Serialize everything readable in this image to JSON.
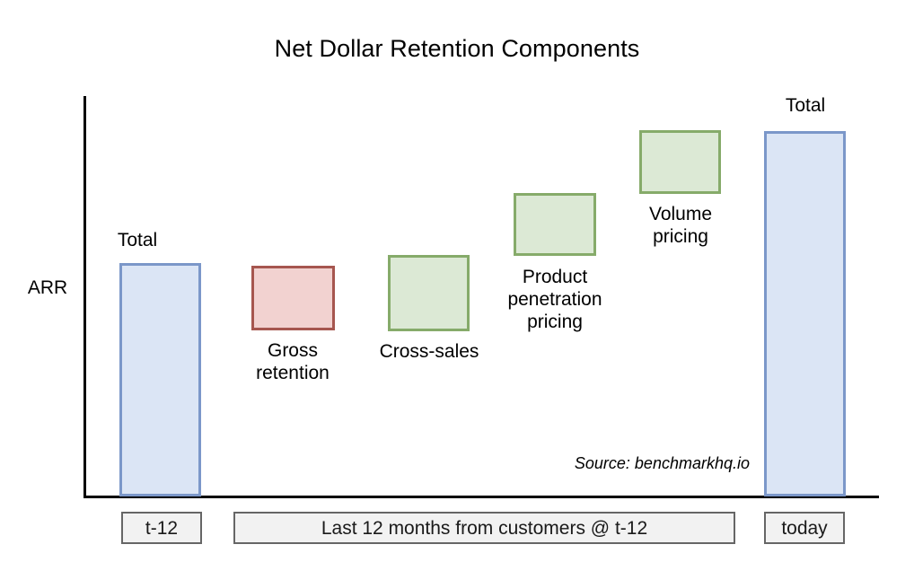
{
  "chart_data": {
    "type": "bar",
    "chart_variant": "waterfall",
    "title": "Net Dollar Retention Components",
    "xlabel": "",
    "ylabel": "ARR",
    "grid": false,
    "legend": "none",
    "axis_ticks": [],
    "source_note": "Source: benchmarkhq.io",
    "categories": [
      "Total",
      "Gross retention",
      "Cross-sales",
      "Product penetration pricing",
      "Volume pricing",
      "Total"
    ],
    "bars": [
      {
        "id": "starting-total",
        "kind": "total",
        "label": "Total",
        "label_position": "above",
        "caption_lines": [
          "Total"
        ],
        "base": 0,
        "value": 62,
        "top": 62,
        "bottom": 0,
        "color_fill": "#dbe5f5",
        "color_border": "#7b97c9"
      },
      {
        "id": "gross-retention",
        "kind": "negative",
        "label": "Gross retention",
        "label_position": "below",
        "caption_lines": [
          "Gross",
          "retention"
        ],
        "base": 46,
        "value": -16,
        "top": 62,
        "bottom": 46,
        "color_fill": "#f2d2d0",
        "color_border": "#a6564f"
      },
      {
        "id": "cross-sales",
        "kind": "positive",
        "label": "Cross-sales",
        "label_position": "below",
        "caption_lines": [
          "Cross-sales"
        ],
        "base": 46,
        "value": 19,
        "top": 65,
        "bottom": 46,
        "color_fill": "#dce9d5",
        "color_border": "#86ab6a"
      },
      {
        "id": "product-penetration-pricing",
        "kind": "positive",
        "label": "Product penetration pricing",
        "label_position": "below",
        "caption_lines": [
          "Product",
          "penetration",
          "pricing"
        ],
        "base": 65,
        "value": 15,
        "top": 80,
        "bottom": 65,
        "color_fill": "#dce9d5",
        "color_border": "#86ab6a"
      },
      {
        "id": "volume-pricing",
        "kind": "positive",
        "label": "Volume pricing",
        "label_position": "below",
        "caption_lines": [
          "Volume",
          "pricing"
        ],
        "base": 80,
        "value": 16,
        "top": 96,
        "bottom": 80,
        "color_fill": "#dce9d5",
        "color_border": "#86ab6a"
      },
      {
        "id": "ending-total",
        "kind": "total",
        "label": "Total",
        "label_position": "above",
        "caption_lines": [
          "Total"
        ],
        "base": 0,
        "value": 96,
        "top": 96,
        "bottom": 0,
        "color_fill": "#dbe5f5",
        "color_border": "#7b97c9"
      }
    ],
    "ylim": [
      0,
      100
    ]
  },
  "captions": {
    "total_start": "Total",
    "gross_retention": "Gross\nretention",
    "cross_sales": "Cross-sales",
    "product_penetration": "Product\npenetration\npricing",
    "volume_pricing": "Volume\npricing",
    "total_end": "Total"
  },
  "axis": {
    "y_label": "ARR"
  },
  "period_boxes": [
    {
      "id": "t-minus-12",
      "label": "t-12"
    },
    {
      "id": "last-12-months",
      "label": "Last 12 months from customers @ t-12"
    },
    {
      "id": "today",
      "label": "today"
    }
  ],
  "source": {
    "text": "Source: benchmarkhq.io"
  },
  "colors": {
    "total_fill": "#dbe5f5",
    "total_border": "#7b97c9",
    "negative_fill": "#f2d2d0",
    "negative_border": "#a6564f",
    "positive_fill": "#dce9d5",
    "positive_border": "#86ab6a",
    "axis": "#000000",
    "box_fill": "#f2f2f2",
    "box_border": "#666666",
    "background": "#ffffff"
  }
}
